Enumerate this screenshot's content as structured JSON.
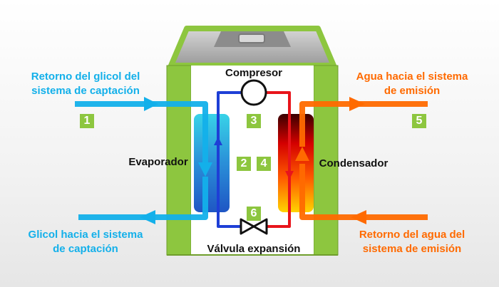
{
  "labels": {
    "glycol_return": [
      "Retorno del glicol del",
      "sistema de captación"
    ],
    "glycol_out": [
      "Glicol hacia el sistema",
      "de captación"
    ],
    "water_out": [
      "Agua hacia el sistema",
      "de emisión"
    ],
    "water_return": [
      "Retorno del agua del",
      "sistema de emisión"
    ],
    "compressor": "Compresor",
    "evaporator": "Evaporador",
    "condenser": "Condensador",
    "valve": "Válvula expansión"
  },
  "badges": [
    "1",
    "2",
    "3",
    "4",
    "5",
    "6"
  ],
  "colors": {
    "glycol": "#13b0ea",
    "water": "#ff6a00",
    "refrigerant_cold": "#1e3fd6",
    "refrigerant_hot": "#e8141b",
    "casing_frame": "#8dc63f",
    "badge": "#8dc63f"
  }
}
